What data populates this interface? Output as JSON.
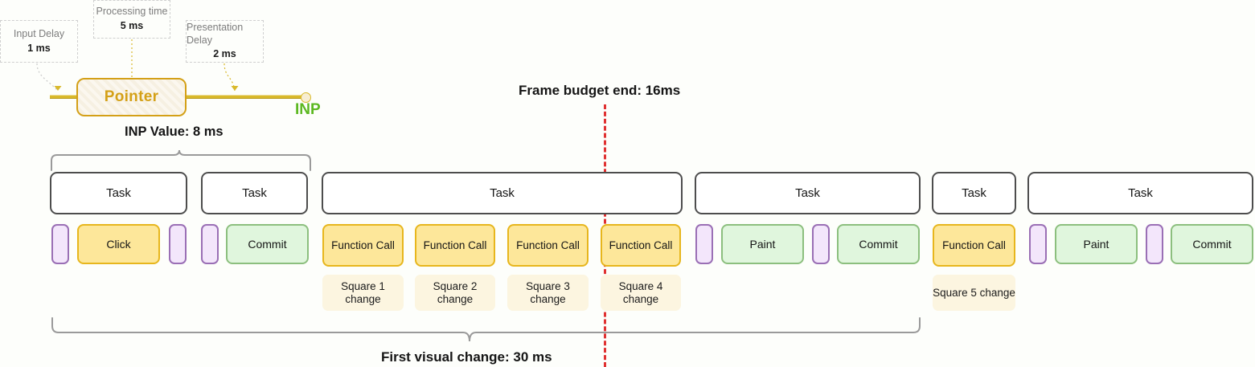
{
  "meta": {
    "background": "#fdfefb",
    "accent_gold": "#d4a017",
    "accent_green": "#5cb821",
    "budget_red": "#e03131"
  },
  "callouts": [
    {
      "title": "Input Delay",
      "value": "1 ms"
    },
    {
      "title": "Processing time",
      "value": "5 ms"
    },
    {
      "title": "Presentation Delay",
      "value": "2 ms"
    }
  ],
  "pointer": {
    "label": "Pointer",
    "endpoint_label": "INP"
  },
  "labels": {
    "inp_value": "INP Value: 8 ms",
    "frame_budget": "Frame budget end: 16ms",
    "first_visual_change": "First visual change: 30 ms"
  },
  "tasks": [
    {
      "label": "Task"
    },
    {
      "label": "Task"
    },
    {
      "label": "Task"
    },
    {
      "label": "Task"
    },
    {
      "label": "Task"
    },
    {
      "label": "Task"
    }
  ],
  "events": [
    {
      "kind": "separator",
      "label": ""
    },
    {
      "kind": "yellow",
      "label": "Click"
    },
    {
      "kind": "separator",
      "label": ""
    },
    {
      "kind": "separator",
      "label": ""
    },
    {
      "kind": "green",
      "label": "Commit"
    },
    {
      "kind": "yellow",
      "label": "Function Call"
    },
    {
      "kind": "yellow",
      "label": "Function Call"
    },
    {
      "kind": "yellow",
      "label": "Function Call"
    },
    {
      "kind": "yellow",
      "label": "Function Call"
    },
    {
      "kind": "separator",
      "label": ""
    },
    {
      "kind": "green",
      "label": "Paint"
    },
    {
      "kind": "separator",
      "label": ""
    },
    {
      "kind": "green",
      "label": "Commit"
    },
    {
      "kind": "yellow",
      "label": "Function Call"
    },
    {
      "kind": "separator",
      "label": ""
    },
    {
      "kind": "green",
      "label": "Paint"
    },
    {
      "kind": "separator",
      "label": ""
    },
    {
      "kind": "green",
      "label": "Commit"
    }
  ],
  "squares": [
    {
      "label": "Square 1 change"
    },
    {
      "label": "Square 2 change"
    },
    {
      "label": "Square 3 change"
    },
    {
      "label": "Square 4 change"
    },
    {
      "label": "Square 5 change"
    }
  ]
}
